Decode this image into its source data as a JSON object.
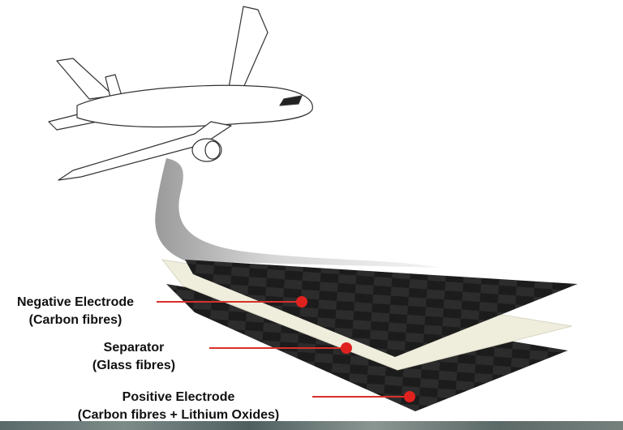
{
  "labels": [
    {
      "title": "Negative Electrode",
      "subtitle": "(Carbon fibres)"
    },
    {
      "title": "Separator",
      "subtitle": "(Glass fibres)"
    },
    {
      "title": "Positive Electrode",
      "subtitle": "(Carbon fibres + Lithium Oxides)"
    }
  ],
  "colors": {
    "marker": "#e0221f",
    "carbon": "#1e1e1e",
    "separator": "#efeddc",
    "ribbon": "#c8c8c8"
  }
}
